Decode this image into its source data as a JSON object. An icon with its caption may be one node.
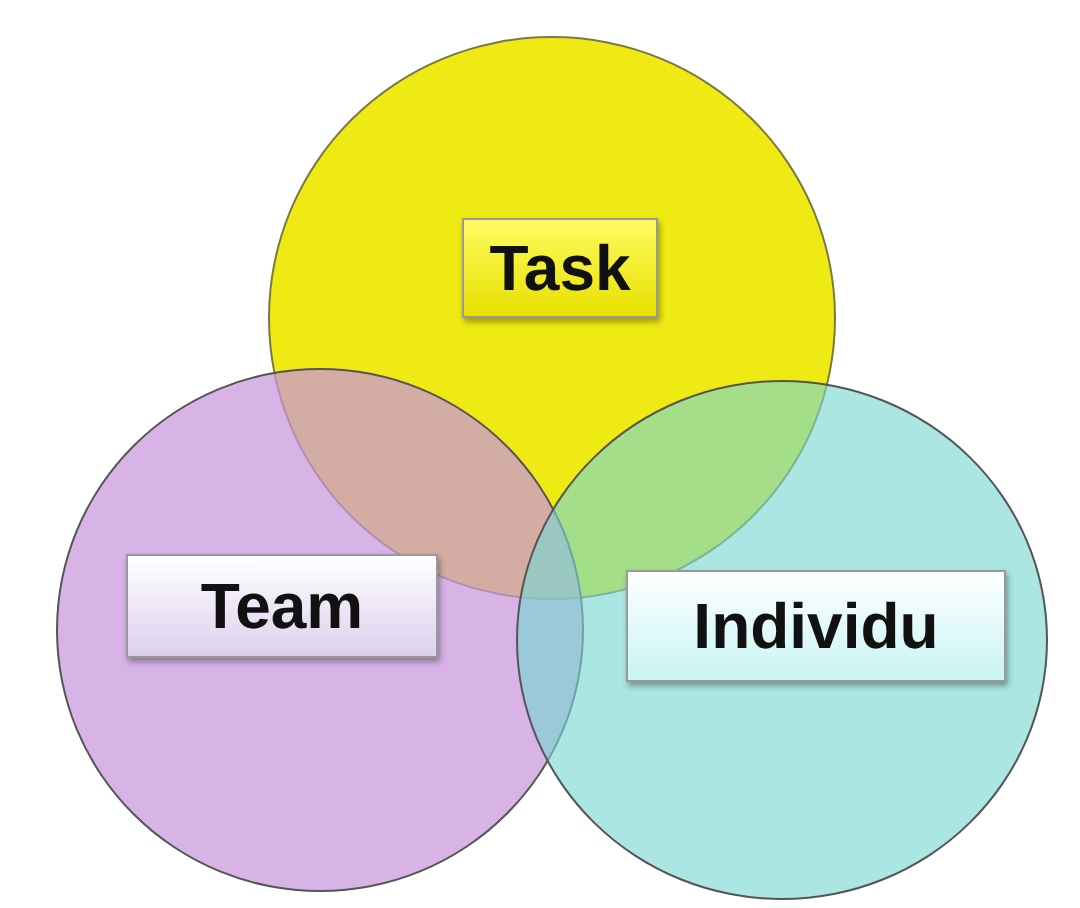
{
  "diagram": {
    "nodes": [
      {
        "text": [],
        "shape": "circle"
      },
      {
        "text": [
          "Task"
        ],
        "in": 0
      },
      {
        "text": [],
        "shape": "circle"
      },
      {
        "text": [
          "Team"
        ],
        "in": 2
      },
      {
        "text": [],
        "shape": "circle"
      },
      {
        "text": [
          "Individu"
        ],
        "in": 4
      }
    ]
  }
}
